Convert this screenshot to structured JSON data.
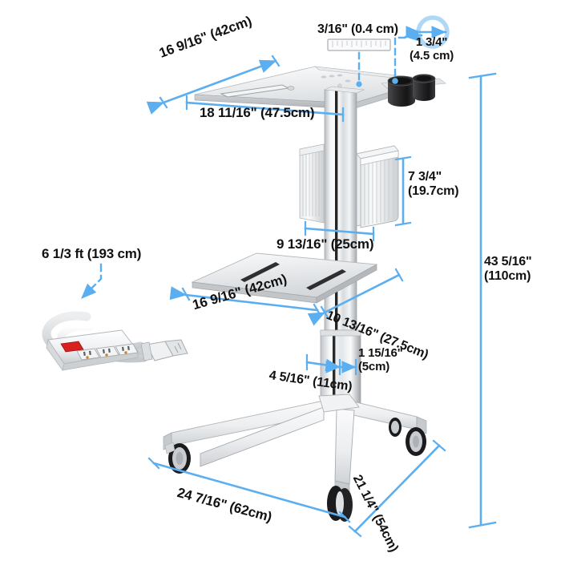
{
  "diagram": {
    "title": "Mobile Laptop / Medical Cart Dimension Diagram",
    "accent_color": "#5BAEF0",
    "text_color": "#111111",
    "background_color": "#FFFFFF"
  },
  "dimensions": {
    "tray_depth": {
      "label": "16 9/16\" (42cm)",
      "imperial": "16 9/16\"",
      "metric": "42cm"
    },
    "tray_thickness": {
      "label": "3/16\" (0.4 cm)",
      "imperial": "3/16\"",
      "metric": "0.4 cm"
    },
    "cup_holder_diameter": {
      "imperial": "1 3/4\"",
      "metric": "(4.5 cm)"
    },
    "tray_width": {
      "label": "18 11/16\" (47.5cm)",
      "imperial": "18 11/16\"",
      "metric": "47.5cm"
    },
    "basket_height": {
      "imperial": "7 3/4\"",
      "metric": "(19.7cm)"
    },
    "basket_span": {
      "label": "9 13/16\" (25cm)",
      "imperial": "9 13/16\"",
      "metric": "25cm"
    },
    "power_cord_length": {
      "label": "6 1/3 ft (193 cm)",
      "imperial": "6 1/3 ft",
      "metric": "193 cm"
    },
    "shelf_width": {
      "label": "16 9/16\" (42cm)",
      "imperial": "16 9/16\"",
      "metric": "42cm"
    },
    "shelf_depth": {
      "label": "10 13/16\" (27.5cm)",
      "imperial": "10 13/16\"",
      "metric": "27.5cm"
    },
    "column_thickness": {
      "imperial": "1 15/16\"",
      "metric": "(5cm)"
    },
    "column_width": {
      "label": "4 5/16\" (11cm)",
      "imperial": "4 5/16\"",
      "metric": "11cm"
    },
    "total_height": {
      "imperial": "43 5/16\"",
      "metric": "(110cm)"
    },
    "base_width": {
      "label": "24 7/16\" (62cm)",
      "imperial": "24 7/16\"",
      "metric": "62cm"
    },
    "base_depth": {
      "label": "21 1/4\" (54cm)",
      "imperial": "21 1/4\"",
      "metric": "54cm"
    }
  },
  "parts": {
    "top_tray": "laptop-tray",
    "cup_holders": "dual-cup-holder",
    "front_basket": "storage-basket-front",
    "rear_basket": "storage-basket-rear",
    "column": "chrome-center-column",
    "mid_shelf": "mid-shelf",
    "base": "four-leg-base",
    "casters": "caster-wheels",
    "power_strip": "power-strip-3-outlet",
    "ruler": "thickness-ruler-scale"
  }
}
